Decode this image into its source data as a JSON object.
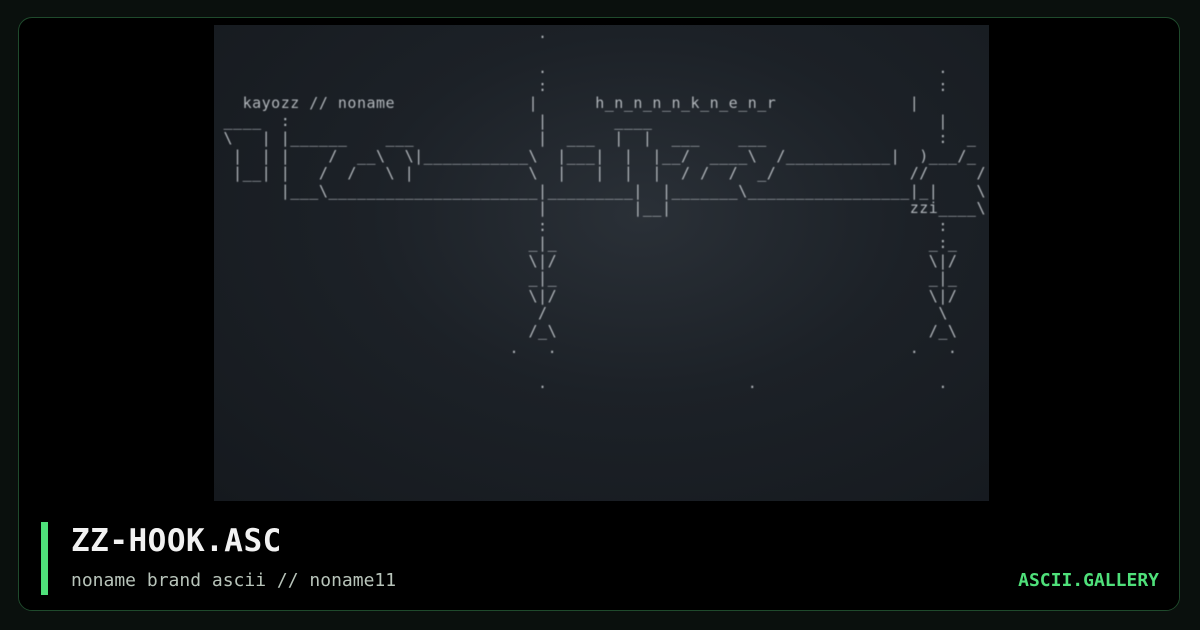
{
  "card": {
    "title": "ZZ-HOOK.ASC",
    "subtitle": "noname brand ascii // noname11",
    "brand": "ASCII.GALLERY"
  },
  "preview": {
    "ascii_art": "                                  .\n\n                                  .                                         .\n                                  :                                         :\n   kayozz // noname              |      h_n_n_n_n_k_n_e_n_r              |\n ____  :                          |       ____                              |\n \\   | |______    ___             |  ___  |  |  ___    ___                  :  _\n  |  | |    /  __\\  \\|___________\\  |___|  |  |__/  ____\\  /___________|  )___/_\n  |__| |   /  /   \\ |            \\  |   |  |  |  / /  /  _/              //     /\n       |___\\______________________|_________|  |_______\\_________________|_|    \\\n                                  |         |__|                         zzi____\\\n                                  :                                         :\n                                 _|_                                       _:_\n                                 \\|/                                       \\|/\n                                 _|_                                       _|_\n                                 \\|/                                       \\|/\n                                  /                                         \\\n                                 /_\\                                       /_\\\n                               .   .                                     .   .\n\n                                  .                     .                   ."
  },
  "colors": {
    "accent": "#4fe07a",
    "card_border": "#1f4a2c",
    "preview_bg": "#1c2127",
    "ascii_text": "#bfc4c9",
    "title_text": "#f2f2f2",
    "subtitle_text": "#b8c4ba"
  }
}
